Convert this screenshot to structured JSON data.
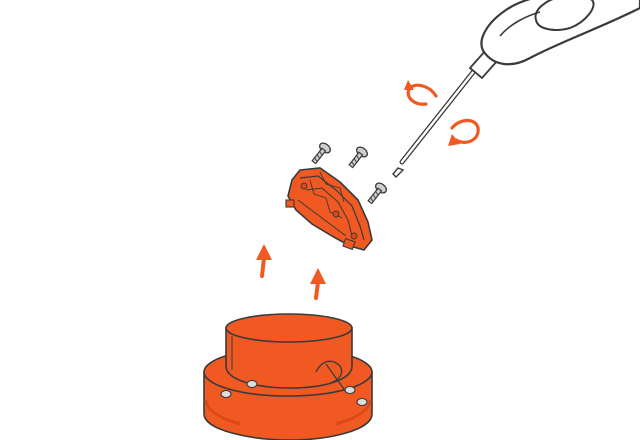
{
  "diagram": {
    "background": "#ffffff",
    "accent_color": "#f05a22",
    "accent_shadow": "#d94a16",
    "outline_color": "#3a3a3a",
    "metal_color": "#cfcfcf",
    "parts": [
      {
        "id": "screwdriver",
        "icon": "screwdriver-icon"
      },
      {
        "id": "rotation-arrows",
        "icon": "rotate-arrow-icon",
        "count": 2
      },
      {
        "id": "screws",
        "icon": "screw-icon",
        "count": 3
      },
      {
        "id": "blade-plate",
        "icon": "blade-plate-icon"
      },
      {
        "id": "lift-arrows",
        "icon": "arrow-up-icon",
        "count": 2
      },
      {
        "id": "motor-housing",
        "icon": "motor-housing-icon"
      }
    ]
  }
}
